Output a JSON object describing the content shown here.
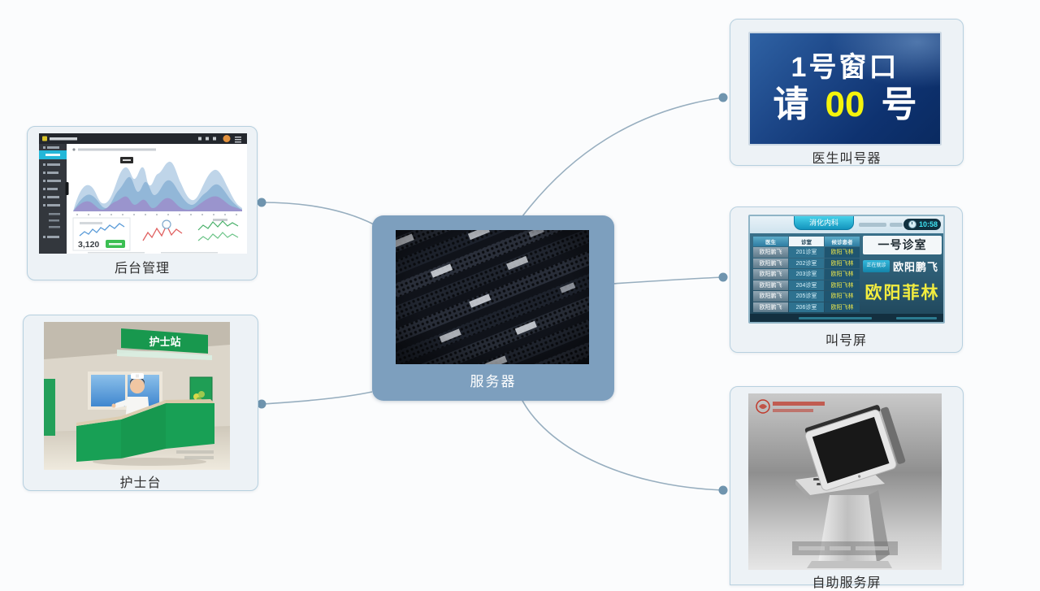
{
  "server": {
    "label": "服务器"
  },
  "admin": {
    "label": "后台管理",
    "stat_value": "3,120"
  },
  "nurse": {
    "label": "护士台",
    "sign_text": "护士站"
  },
  "doctor": {
    "label": "医生叫号器",
    "window_line": "1号窗口",
    "call_prefix": "请",
    "call_number": "00",
    "call_suffix": "号"
  },
  "callscreen": {
    "label": "叫号屏",
    "dept_tab": "消化内科",
    "time": "10:58",
    "room_title": "一号诊室",
    "current_status": "正在就诊",
    "current_name": "欧阳鹏飞",
    "called_name": "欧阳菲林",
    "table": {
      "headers": [
        "医生",
        "诊室",
        "候诊患者"
      ],
      "rows": [
        [
          "欧阳鹏飞",
          "201诊室",
          "欧阳飞林"
        ],
        [
          "欧阳鹏飞",
          "202诊室",
          "欧阳飞林"
        ],
        [
          "欧阳鹏飞",
          "203诊室",
          "欧阳飞林"
        ],
        [
          "欧阳鹏飞",
          "204诊室",
          "欧阳飞林"
        ],
        [
          "欧阳鹏飞",
          "205诊室",
          "欧阳飞林"
        ],
        [
          "欧阳鹏飞",
          "206诊室",
          "欧阳飞林"
        ]
      ]
    }
  },
  "kiosk": {
    "label": "自助服务屏"
  },
  "colors": {
    "connector_line": "#97aebf",
    "connector_dot": "#6f94ae",
    "server_fill": "#7d9fbe"
  }
}
